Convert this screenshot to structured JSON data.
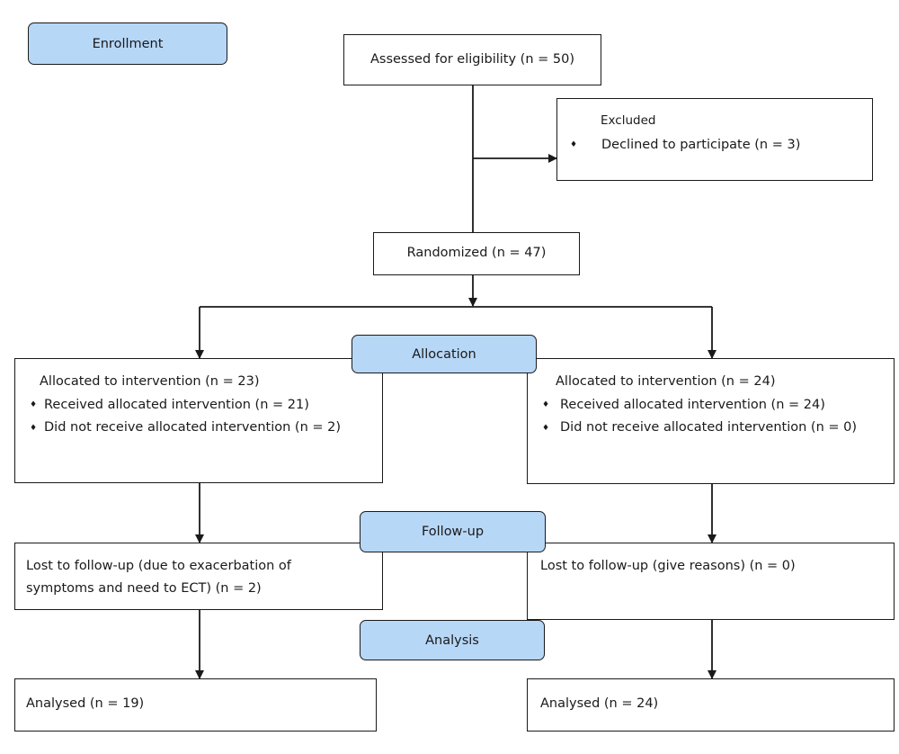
{
  "stages": {
    "enrollment": "Enrollment",
    "allocation": "Allocation",
    "follow_up": "Follow-up",
    "analysis": "Analysis"
  },
  "assessed": "Assessed for eligibility (n = 50)",
  "excluded": {
    "title": "Excluded",
    "items": [
      "Declined to participate (n = 3)"
    ]
  },
  "randomized": "Randomized (n = 47)",
  "left_arm": {
    "allocated": "Allocated to intervention (n = 23)",
    "items": [
      "Received allocated intervention (n = 21)",
      "Did not receive allocated intervention (n = 2)"
    ],
    "lost_line1": "Lost to follow-up (due to exacerbation of",
    "lost_line2": "symptoms and need to ECT) (n = 2)",
    "analysed": "Analysed (n = 19)"
  },
  "right_arm": {
    "allocated": "Allocated to intervention (n = 24)",
    "items": [
      "Received allocated intervention (n = 24)",
      "Did not receive allocated intervention (n = 0)"
    ],
    "lost": "Lost to follow-up (give reasons) (n = 0)",
    "analysed": "Analysed (n = 24)"
  },
  "bullet_symbol": "♦",
  "colors": {
    "stage_fill": "#b7d7f7",
    "line": "#1a1a1a"
  }
}
